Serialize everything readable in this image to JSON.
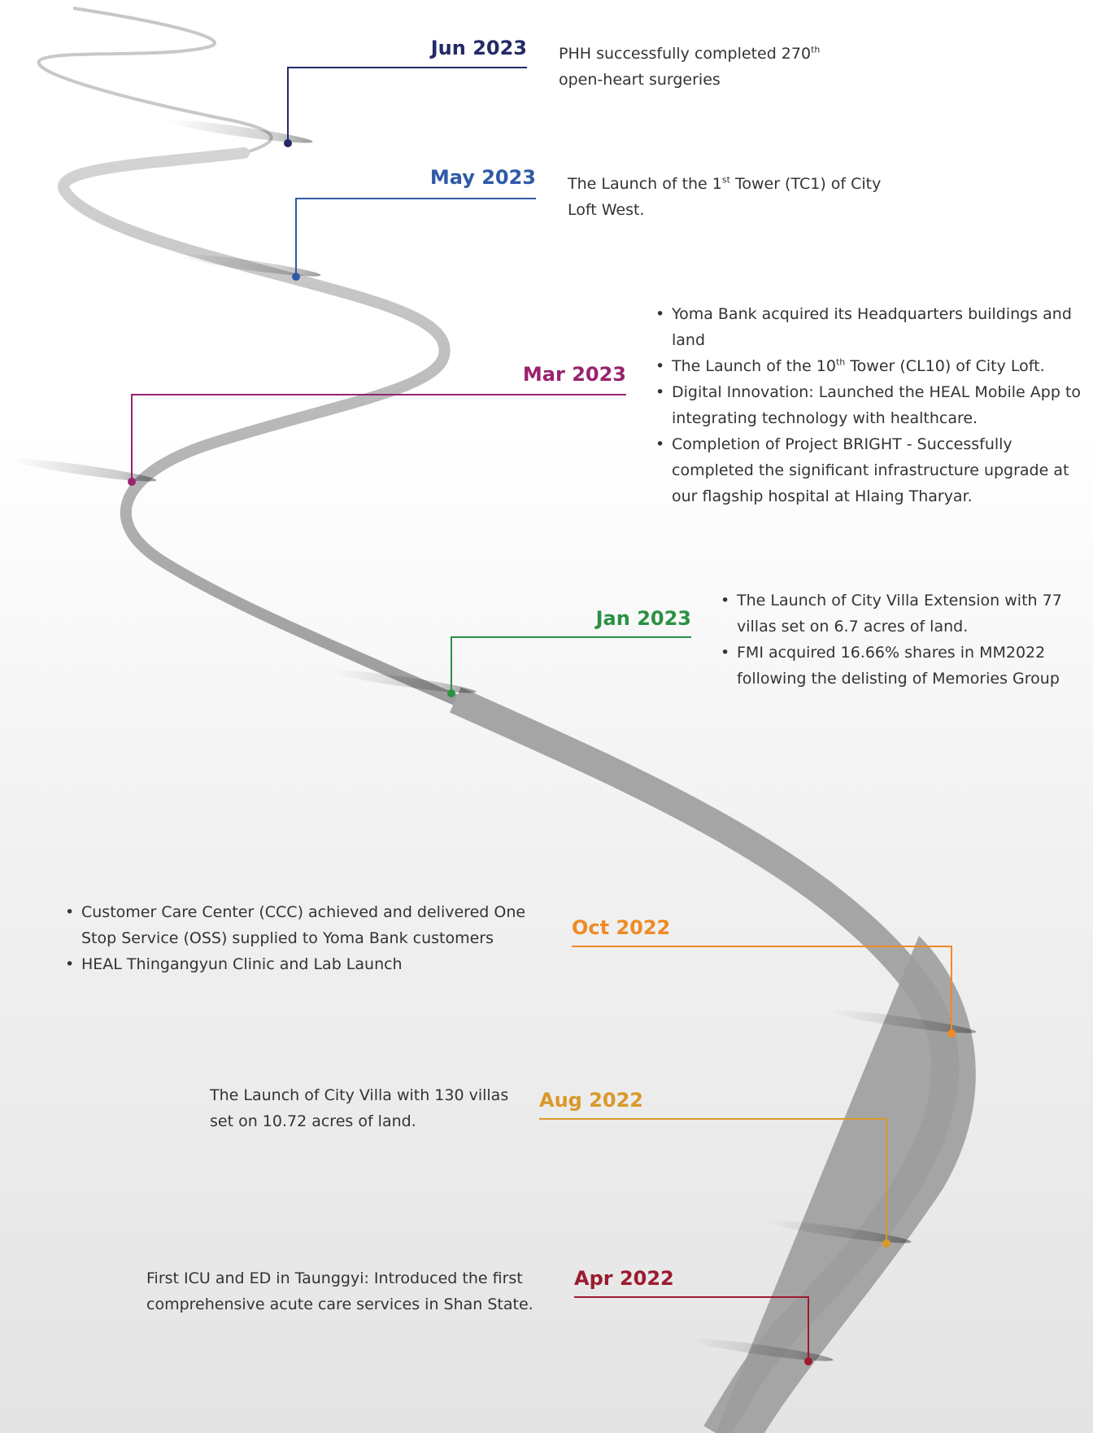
{
  "milestones": [
    {
      "date": "Jun 2023",
      "color": "#232a66",
      "text": "PHH successfully completed 270",
      "sup": "th",
      "text_after": " open-heart surgeries"
    },
    {
      "date": "May 2023",
      "color": "#2e5aa7",
      "text": "The Launch of the 1",
      "sup": "st",
      "text_after": " Tower (TC1) of City Loft West."
    },
    {
      "date": "Mar 2023",
      "color": "#98236f",
      "bullets": [
        "Yoma Bank acquired its Headquarters buildings and land",
        {
          "text": "The Launch of the 10",
          "sup": "th",
          "text_after": " Tower (CL10) of City Loft."
        },
        "Digital Innovation: Launched the HEAL Mobile App to integrating technology with healthcare.",
        "Completion of Project BRIGHT - Successfully completed the significant infrastructure upgrade at our flagship hospital at Hlaing Tharyar."
      ]
    },
    {
      "date": "Jan 2023",
      "color": "#2b9144",
      "bullets": [
        "The Launch of City Villa Extension with 77 villas set on 6.7 acres of land.",
        "FMI acquired 16.66% shares in MM2022 following the delisting of Memories Group"
      ]
    },
    {
      "date": "Oct 2022",
      "color": "#ef8a25",
      "bullets": [
        "Customer Care Center (CCC) achieved and delivered One Stop Service (OSS) supplied to Yoma Bank customers",
        "HEAL Thingangyun Clinic and Lab Launch"
      ]
    },
    {
      "date": "Aug 2022",
      "color": "#d9982a",
      "text": "The Launch of City Villa with 130 villas set on 10.72 acres of land."
    },
    {
      "date": "Apr 2022",
      "color": "#9b1b30",
      "text": "First ICU and ED in Taunggyi: Introduced the first comprehensive acute care services in Shan State."
    }
  ]
}
